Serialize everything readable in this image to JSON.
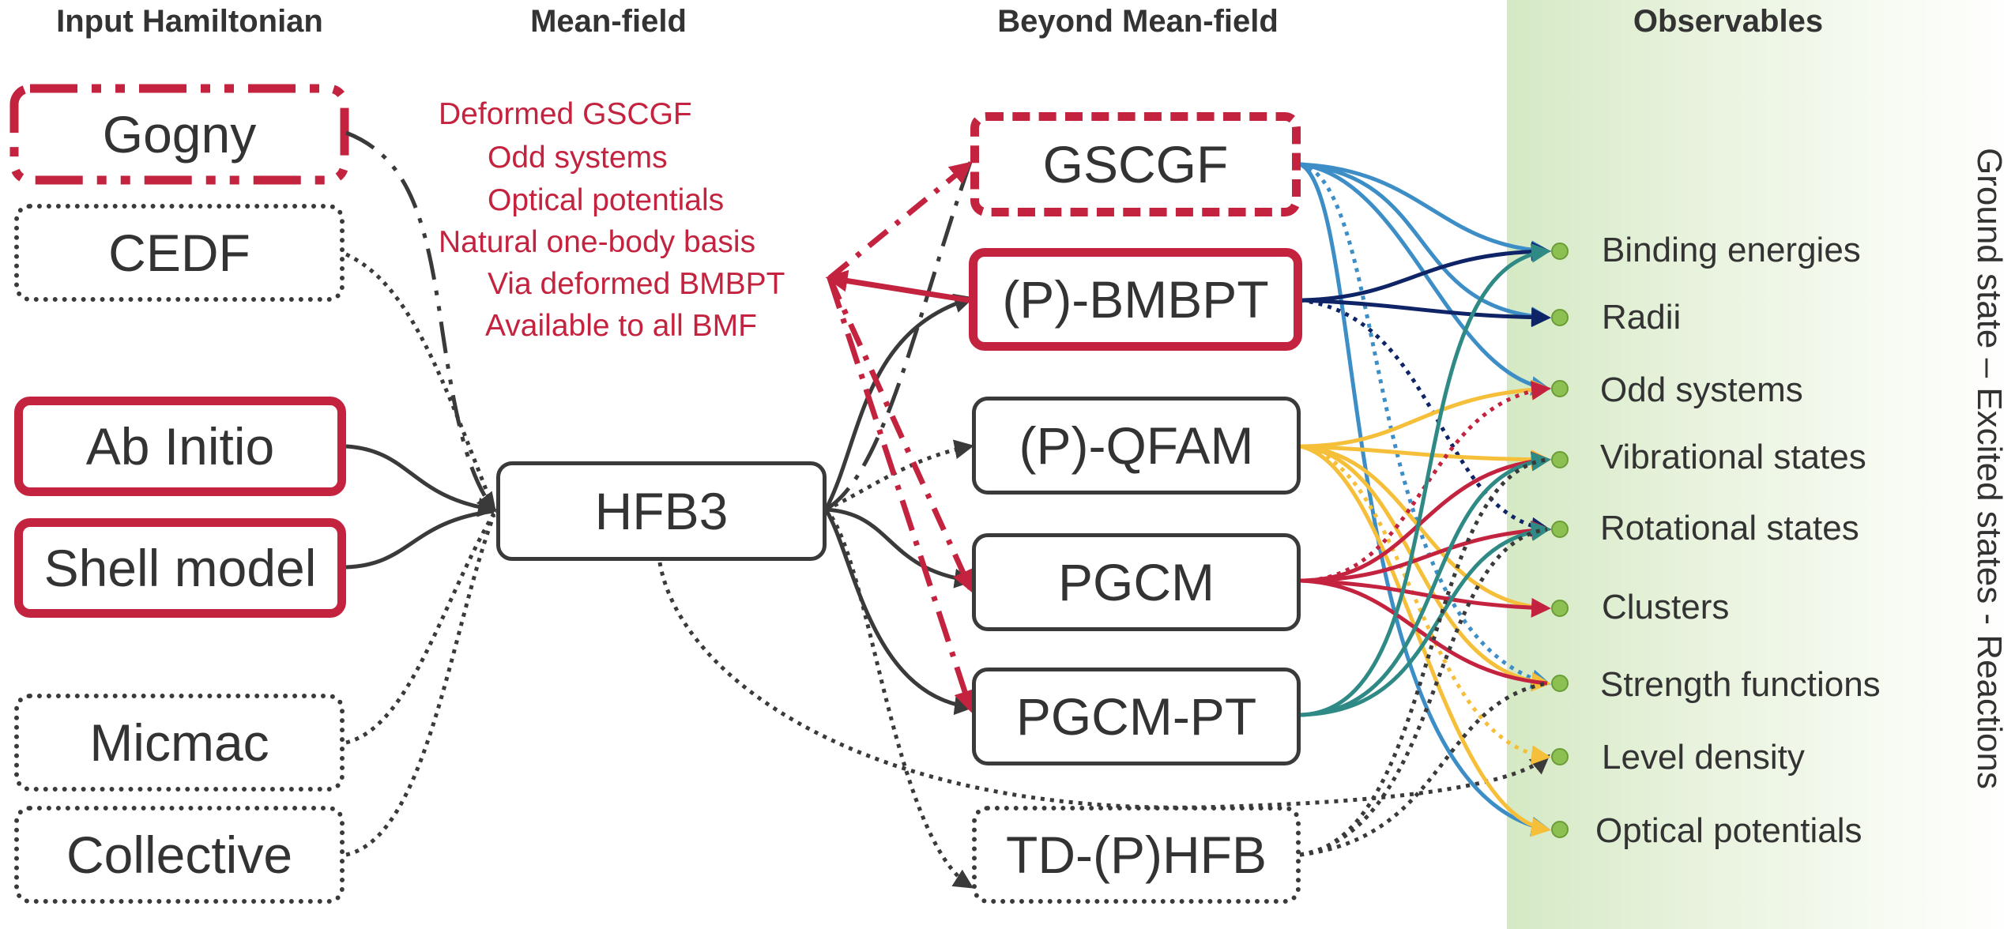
{
  "headers": {
    "input": "Input Hamiltonian",
    "mean_field": "Mean-field",
    "beyond": "Beyond Mean-field",
    "observables": "Observables"
  },
  "inputs": {
    "gogny": "Gogny",
    "cedf": "CEDF",
    "ab_initio": "Ab Initio",
    "shell_model": "Shell model",
    "micmac": "Micmac",
    "collective": "Collective"
  },
  "mean_field_box": "HFB3",
  "beyond_boxes": {
    "gscgf": "GSCGF",
    "bmbpt": "(P)-BMBPT",
    "qfam": "(P)-QFAM",
    "pgcm": "PGCM",
    "pgcm_pt": "PGCM-PT",
    "tdhfb": "TD-(P)HFB"
  },
  "annotations": [
    "Deformed GSCGF",
    "Odd systems",
    "Optical potentials",
    "Natural one-body basis",
    "Via deformed BMBPT",
    "Available to all BMF"
  ],
  "observables": [
    "Binding energies",
    "Radii",
    "Odd systems",
    "Vibrational states",
    "Rotational states",
    "Clusters",
    "Strength functions",
    "Level density",
    "Optical potentials"
  ],
  "side_title": "Ground state – Excited states - Reactions",
  "colors": {
    "red": "#c4233f",
    "dark": "#3a3a3a",
    "blue": "#3d8ec6",
    "navy": "#0f2466",
    "yellow": "#f5bf3a",
    "teal": "#2f8a86",
    "dot_green": "#8cc152",
    "panel_green": "#d5e9c4"
  }
}
